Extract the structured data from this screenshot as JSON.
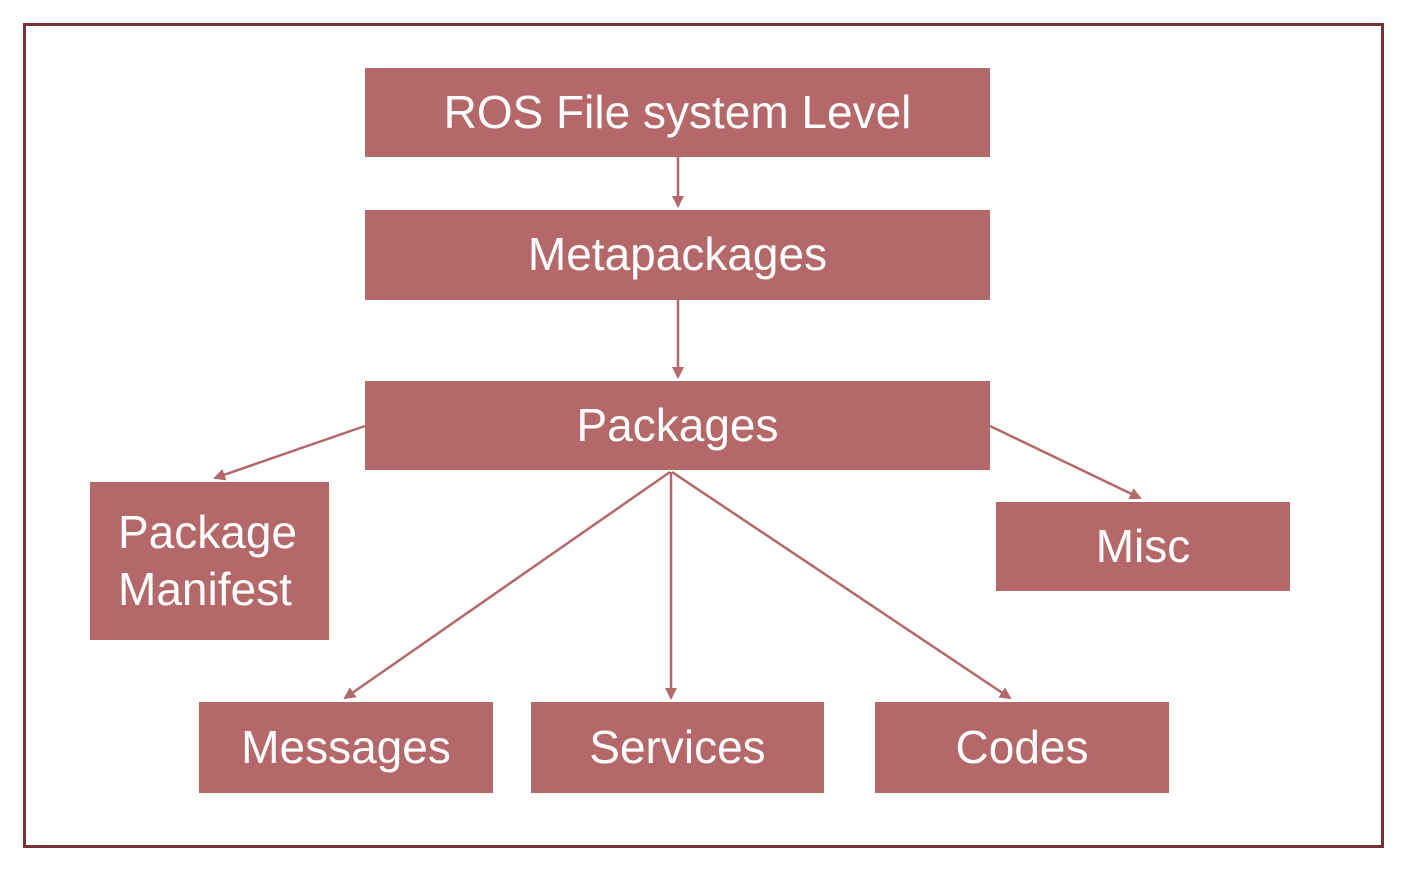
{
  "diagram": {
    "nodes": {
      "root": "ROS File system Level",
      "metapackages": "Metapackages",
      "packages": "Packages",
      "package_manifest": "Package\nManifest",
      "misc": "Misc",
      "messages": "Messages",
      "services": "Services",
      "codes": "Codes"
    },
    "edges": [
      {
        "from": "root",
        "to": "metapackages"
      },
      {
        "from": "metapackages",
        "to": "packages"
      },
      {
        "from": "packages",
        "to": "package_manifest"
      },
      {
        "from": "packages",
        "to": "misc"
      },
      {
        "from": "packages",
        "to": "messages"
      },
      {
        "from": "packages",
        "to": "services"
      },
      {
        "from": "packages",
        "to": "codes"
      }
    ],
    "colors": {
      "node_fill": "#b5686a",
      "node_text": "#ffffff",
      "connector": "#b5686a",
      "frame": "#7a3236"
    }
  }
}
